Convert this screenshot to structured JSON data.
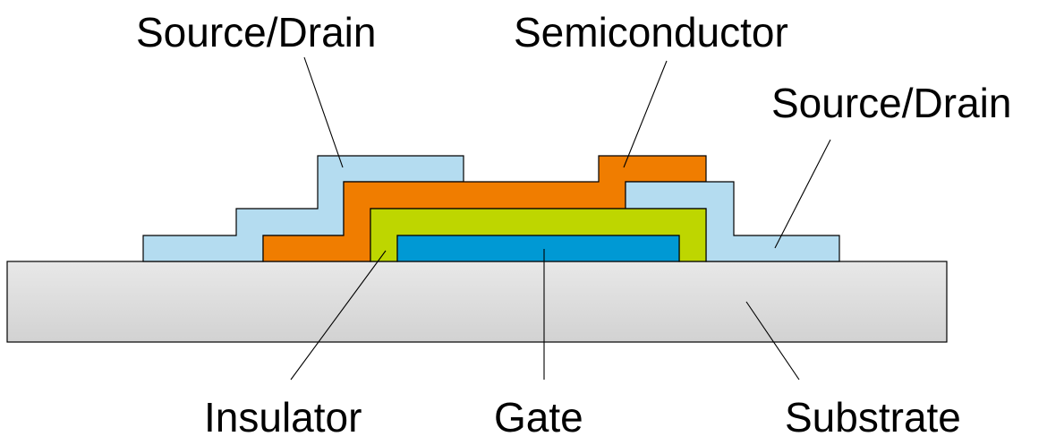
{
  "labels": {
    "source_drain_left": "Source/Drain",
    "semiconductor": "Semiconductor",
    "source_drain_right": "Source/Drain",
    "insulator": "Insulator",
    "gate": "Gate",
    "substrate": "Substrate"
  },
  "colors": {
    "substrate": "#dedede",
    "source_drain": "#b4dcf0",
    "semiconductor": "#f07d00",
    "insulator": "#bed600",
    "gate": "#0099d4"
  }
}
